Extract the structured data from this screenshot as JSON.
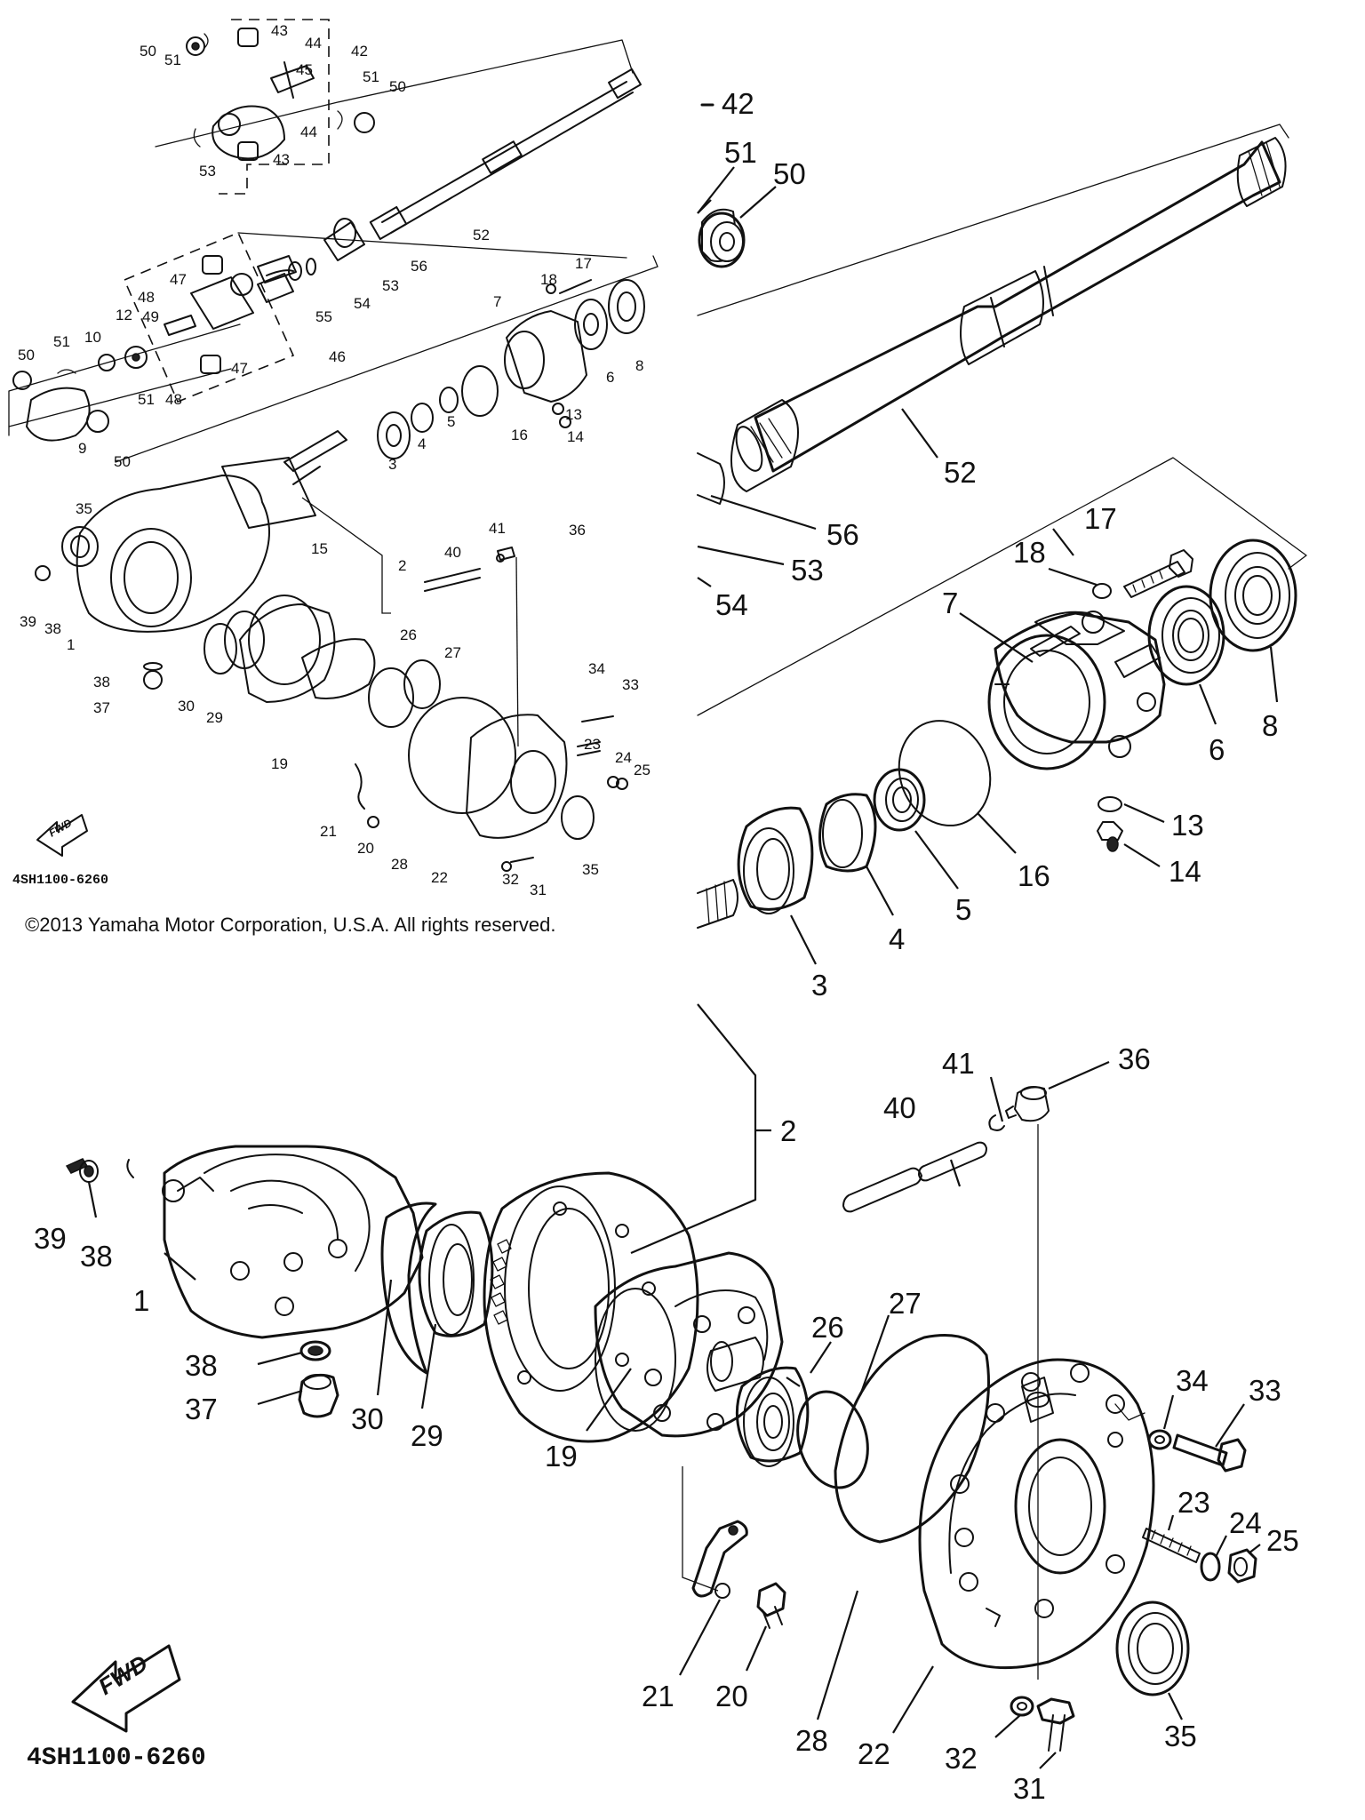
{
  "diagram": {
    "copyright": "©2013 Yamaha Motor Corporation, U.S.A. All rights reserved.",
    "diagram_code": "4SH1100-6260",
    "fwd_label": "FWD",
    "overview_labels": {
      "p1": "1",
      "p2": "2",
      "p3": "3",
      "p4": "4",
      "p5": "5",
      "p6": "6",
      "p7": "7",
      "p8": "8",
      "p9": "9",
      "p10": "10",
      "p12": "12",
      "p13": "13",
      "p14": "14",
      "p15": "15",
      "p16": "16",
      "p17": "17",
      "p18": "18",
      "p19": "19",
      "p20": "20",
      "p21": "21",
      "p22": "22",
      "p23": "23",
      "p24": "24",
      "p25": "25",
      "p26": "26",
      "p27": "27",
      "p28": "28",
      "p29": "29",
      "p30": "30",
      "p31": "31",
      "p32": "32",
      "p33": "33",
      "p34": "34",
      "p35a": "35",
      "p35b": "35",
      "p36": "36",
      "p37": "37",
      "p38a": "38",
      "p38b": "38",
      "p39": "39",
      "p40": "40",
      "p41": "41",
      "p42": "42",
      "p43a": "43",
      "p43b": "43",
      "p44a": "44",
      "p44b": "44",
      "p45": "45",
      "p46": "46",
      "p47a": "47",
      "p47b": "47",
      "p48a": "48",
      "p48b": "48",
      "p49": "49",
      "p50a": "50",
      "p50b": "50",
      "p50c": "50",
      "p50d": "50",
      "p51a": "51",
      "p51b": "51",
      "p51c": "51",
      "p51d": "51",
      "p52": "52",
      "p53a": "53",
      "p53b": "53",
      "p54": "54",
      "p55": "55",
      "p56": "56"
    },
    "zoom_top_labels": {
      "p42": "42",
      "p51": "51",
      "p50": "50",
      "p52": "52",
      "p56": "56",
      "p53": "53",
      "p54": "54",
      "p17": "17",
      "p18": "18",
      "p7": "7",
      "p6": "6",
      "p8": "8",
      "p13": "13",
      "p14": "14",
      "p16": "16",
      "p5": "5",
      "p4": "4",
      "p3": "3"
    },
    "zoom_bottom_labels": {
      "p41": "41",
      "p36": "36",
      "p40": "40",
      "p2": "2",
      "p39": "39",
      "p38a": "38",
      "p1": "1",
      "p38b": "38",
      "p37": "37",
      "p30": "30",
      "p29": "29",
      "p26": "26",
      "p27": "27",
      "p19": "19",
      "p34": "34",
      "p33": "33",
      "p23": "23",
      "p24": "24",
      "p25": "25",
      "p21": "21",
      "p20": "20",
      "p28": "28",
      "p22": "22",
      "p35": "35",
      "p32": "32",
      "p31": "31"
    }
  }
}
